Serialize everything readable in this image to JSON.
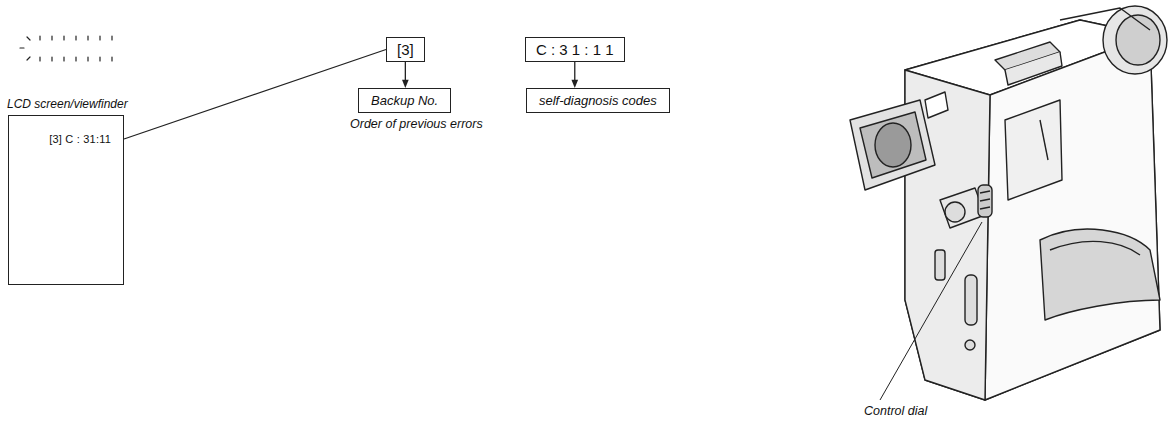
{
  "diagram": {
    "nodes": [
      {
        "text": [
          "LCD screen/viewfinder",
          "[3] C : 31:11"
        ]
      },
      {
        "text": [
          "[3]"
        ]
      },
      {
        "text": [
          "C : 3 1 : 1 1"
        ]
      },
      {
        "text": [
          "Backup No."
        ]
      },
      {
        "text": [
          "self-diagnosis codes"
        ]
      }
    ],
    "edges": [
      {
        "from": 0,
        "to": 1,
        "arrow": "none"
      },
      {
        "from": 1,
        "to": 3,
        "arrow": "to"
      },
      {
        "from": 2,
        "to": 4,
        "arrow": "to"
      }
    ],
    "labels": [
      "Order of previous errors",
      "Control dial"
    ]
  }
}
